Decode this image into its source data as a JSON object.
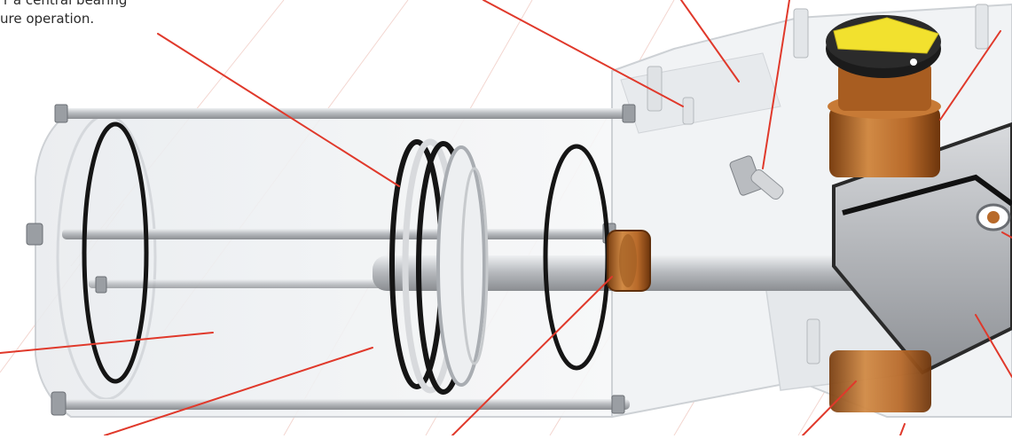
{
  "caption": {
    "line1": "r a central bearing",
    "line2": "ure operation."
  },
  "colors": {
    "callout_line": "#e0392b",
    "body_transparent": "#eef0f2",
    "rod_steel": "#b9bcc0",
    "o_ring": "#151515",
    "bronze": "#b86a2a",
    "yellow_indicator": "#f2e12e",
    "background_grid": "#f3d6d0"
  },
  "icons": [
    "actuator-cutaway-illustration"
  ]
}
